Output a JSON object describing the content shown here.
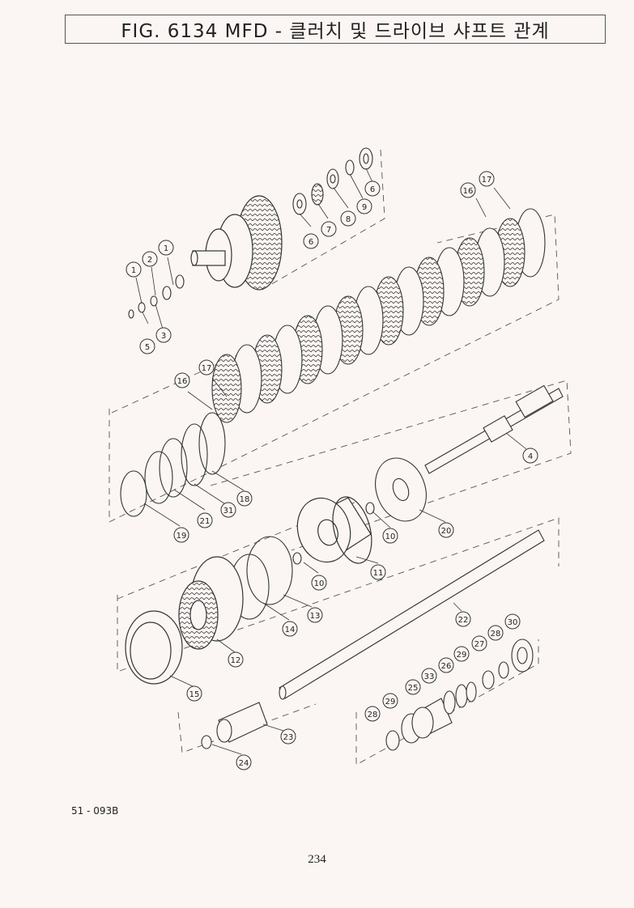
{
  "page": {
    "title": "FIG. 6134 MFD - 클러치 및 드라이브 샤프트 관계",
    "drawing_code": "51 - 093B",
    "page_number": "234"
  },
  "callouts": [
    "1",
    "2",
    "1",
    "1",
    "5",
    "3",
    "6",
    "7",
    "8",
    "9",
    "6",
    "16",
    "17",
    "16",
    "17",
    "18",
    "31",
    "21",
    "19",
    "4",
    "20",
    "10",
    "11",
    "10",
    "13",
    "14",
    "12",
    "15",
    "22",
    "30",
    "28",
    "27",
    "29",
    "26",
    "33",
    "25",
    "29",
    "28",
    "23",
    "24"
  ]
}
